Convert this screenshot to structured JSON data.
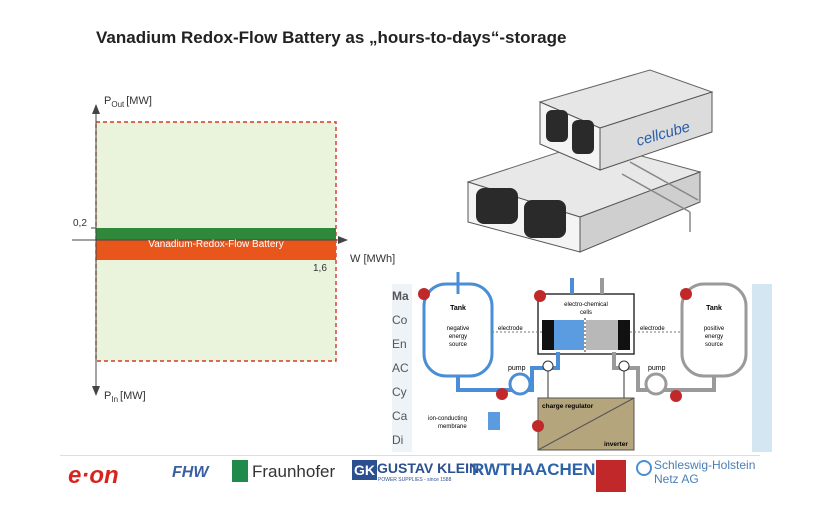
{
  "title": "Vanadium Redox-Flow Battery as „hours-to-days“-storage",
  "chart": {
    "y_axis_top_main": "P",
    "y_axis_top_sub": "Out",
    "y_axis_top_unit": "[MW]",
    "y_axis_bottom_main": "P",
    "y_axis_bottom_sub": "In",
    "y_axis_bottom_unit": "[MW]",
    "x_axis_label": "W [MWh]",
    "y_value_label": "0,2",
    "x_value_label": "1,6",
    "bar_label": "Vanadium-Redox-Flow Battery",
    "colors": {
      "area_fill": "#eaf4dc",
      "dashed_border": "#d23a2a",
      "upper_band": "#2e8a3a",
      "lower_band": "#e8561c"
    }
  },
  "product": {
    "brand": "cellcube"
  },
  "table_rows": [
    "Ma",
    "Co",
    "En",
    "AC",
    "Cy",
    "Ca",
    "Di"
  ],
  "schematic": {
    "left_tank_title": "Tank",
    "left_tank_lines": [
      "negative",
      "energy",
      "source"
    ],
    "right_tank_title": "Tank",
    "right_tank_lines": [
      "positive",
      "energy",
      "source"
    ],
    "cell_label_1": "electro-chemical",
    "cell_label_2": "cells",
    "electrode_left": "electrode",
    "electrode_right": "electrode",
    "pump_left": "pump",
    "pump_right": "pump",
    "membrane_1": "ion-conducting",
    "membrane_2": "membrane",
    "charge_regulator": "charge regulator",
    "inverter": "inverter",
    "colors": {
      "negative_loop": "#4a8fd6",
      "positive_loop": "#9a9a9a",
      "marker": "#c0282a",
      "box": "#b5a57c"
    }
  },
  "logos": {
    "eon": "e·on",
    "fhw": "FHW",
    "fraunhofer": "Fraunhofer",
    "gk": "GK",
    "gustav_klein": "GUSTAV KLEIN",
    "gustav_klein_sub": "POWER SUPPLIES - since 1588",
    "rwth": "RWTHAACHEN",
    "sh_1": "Schleswig-Holstein",
    "sh_2": "Netz AG"
  }
}
